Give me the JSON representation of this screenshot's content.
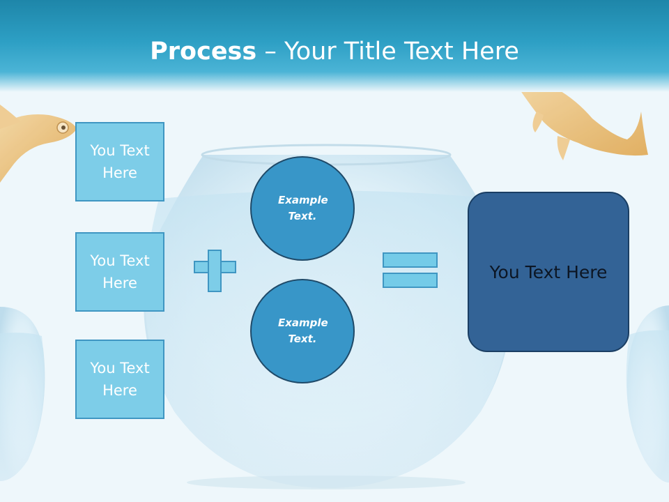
{
  "title": {
    "bold": "Process",
    "rest": " – Your Title Text Here"
  },
  "left_boxes": [
    {
      "label": "You Text Here"
    },
    {
      "label": "You Text Here"
    },
    {
      "label": "You Text Here"
    }
  ],
  "circles": [
    {
      "label": "Example Text."
    },
    {
      "label": "Example Text."
    }
  ],
  "operators": {
    "plus": "plus-icon",
    "equals": "equals-icon"
  },
  "result_box": {
    "label": "You Text Here"
  },
  "colors": {
    "header": "#2d9fc4",
    "light_box": "#7dcde8",
    "circle": "#3896c8",
    "result": "#336396"
  }
}
